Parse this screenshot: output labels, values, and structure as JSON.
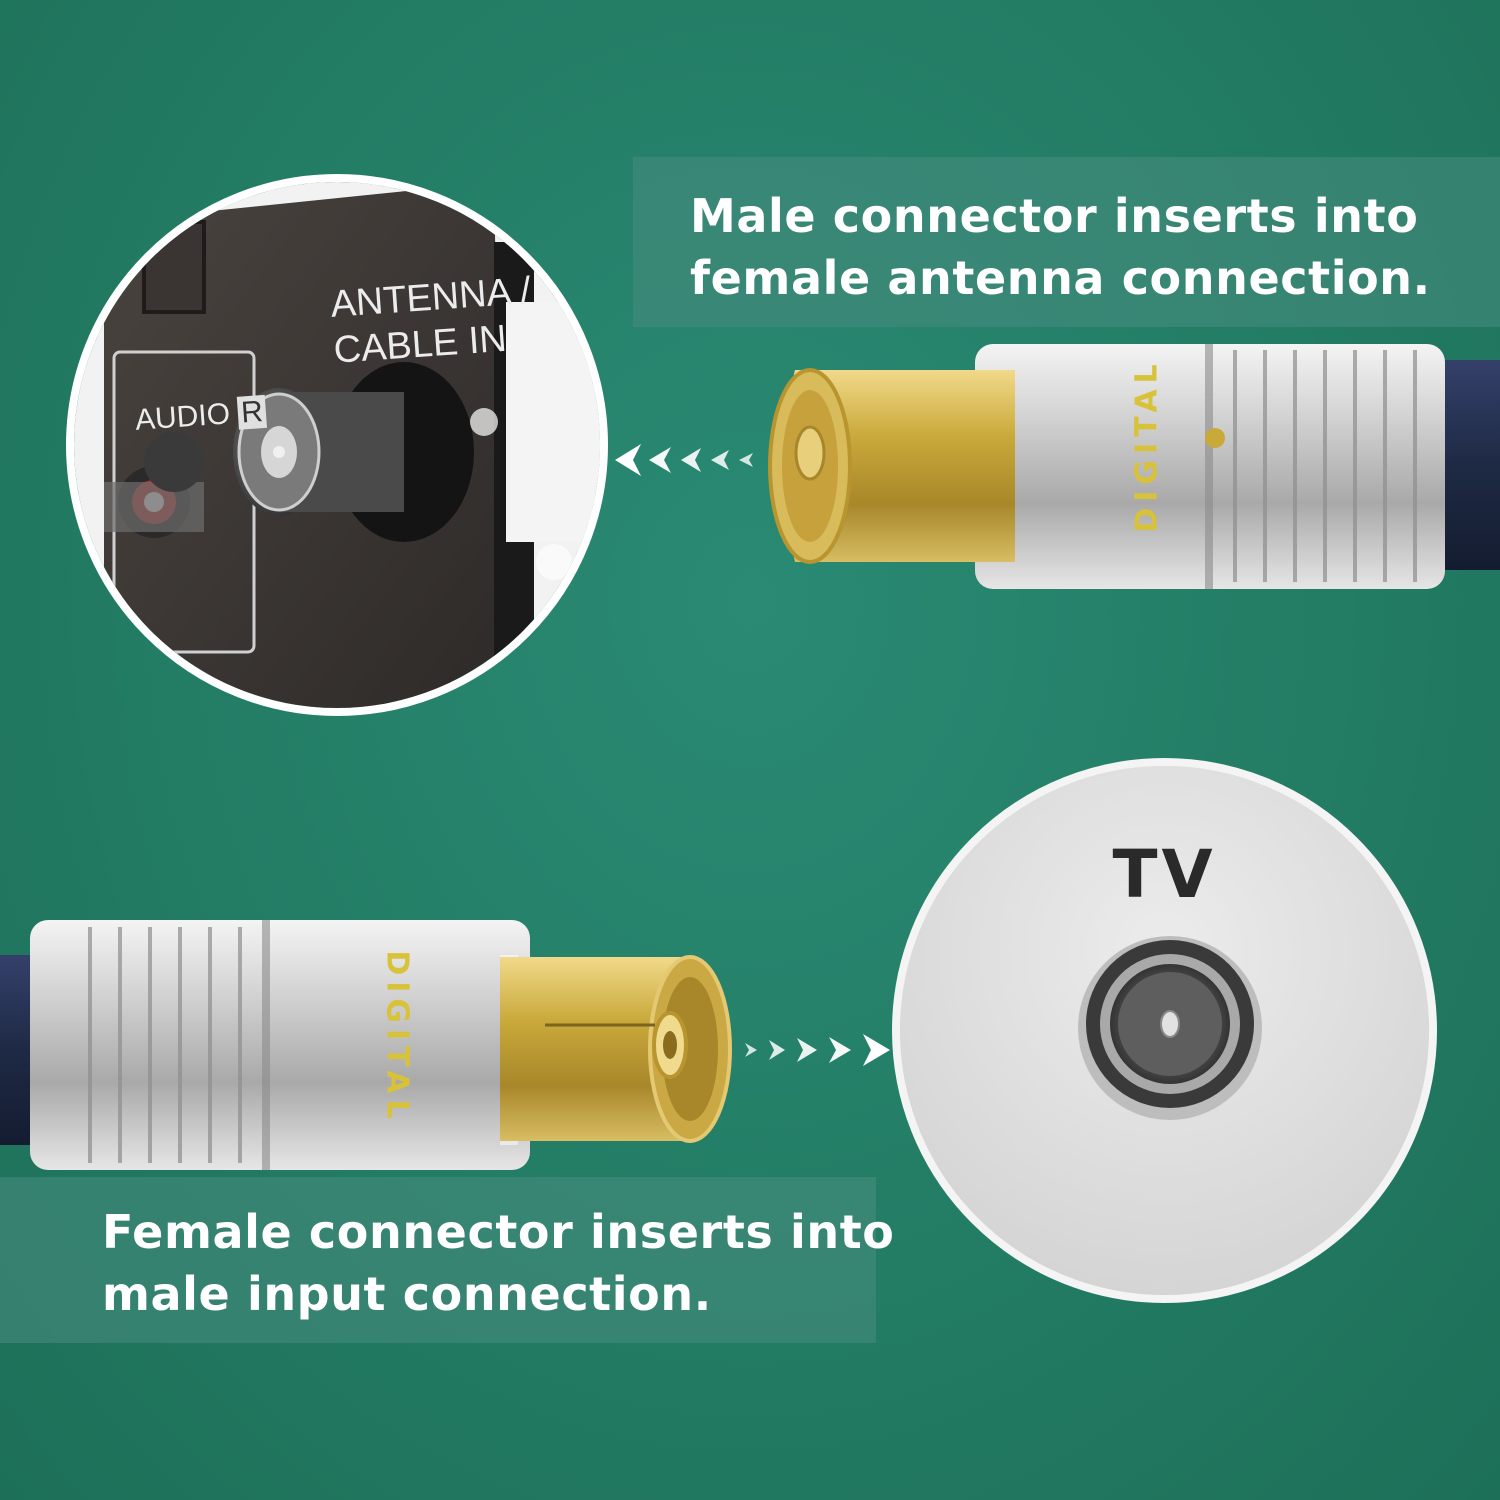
{
  "captions": {
    "top": [
      "Male connector inserts into",
      "female antenna connection."
    ],
    "bottom": [
      "Female connector inserts into",
      "male input connection."
    ]
  },
  "panel": {
    "antenna_label_line1": "ANTENNA /",
    "antenna_label_line2": "CABLE IN",
    "audio_label": "AUDIO",
    "audio_channel": "R"
  },
  "tv_socket": {
    "label": "TV"
  },
  "connector_brand": "DIGITAL",
  "colors": {
    "background": "#237c64",
    "caption_box": "#488c80",
    "gold": "#c9a93a",
    "silver": "#c8c8c8",
    "cable": "#1e2a44",
    "brand_text": "#d8c23a"
  },
  "icons": {
    "arrow_left": "chevron-left-icon",
    "arrow_right": "chevron-right-icon"
  }
}
